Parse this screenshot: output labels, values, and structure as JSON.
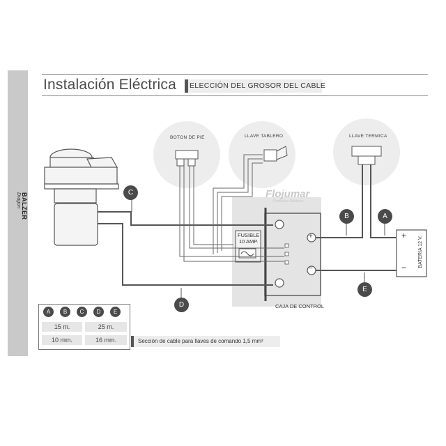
{
  "header": {
    "title": "Instalación Eléctrica",
    "subtitle": "ELECCIÓN DEL GROSOR DEL CABLE"
  },
  "brand": {
    "side_logo": "BALZER",
    "side_logo_sub": "Dragon",
    "watermark": "Flojumar",
    "watermark_sub": "Productos Náuticos"
  },
  "components": {
    "boton_pie": "BOTON DE PIE",
    "llave_tablero": "LLAVE TABLERO",
    "llave_termica": "LLAVE TERMICA",
    "fusible_line1": "FUSIBLE",
    "fusible_line2": "10 AMP.",
    "caja_control": "CAJA DE CONTROL",
    "bateria": "BATERIA 12 V.",
    "plus": "+",
    "minus": "−"
  },
  "wire_labels": {
    "a": "A",
    "b": "B",
    "c": "C",
    "d": "D",
    "e": "E"
  },
  "table": {
    "letters": [
      "A",
      "B",
      "C",
      "D",
      "E"
    ],
    "rows": [
      {
        "col1": "15 m.",
        "col2": "25 m."
      },
      {
        "col1": "10 mm.",
        "col2": "16 mm."
      }
    ]
  },
  "note": "Sección de cable para llaves de comando 1,5 mm²",
  "colors": {
    "wire": "#555555",
    "bubble": "#4a4a4a",
    "circle_fill": "#ececec",
    "box_fill": "#e6e6e6"
  }
}
